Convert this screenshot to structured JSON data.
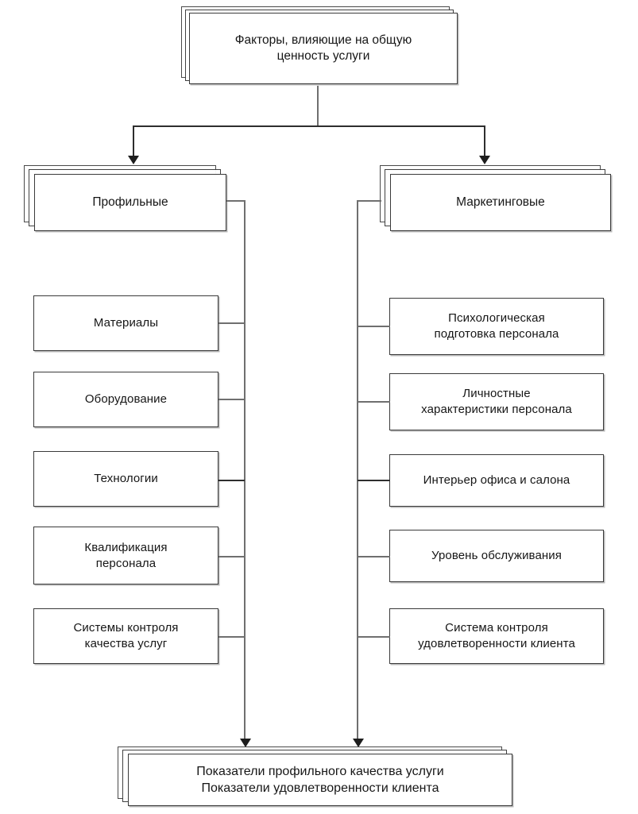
{
  "diagram": {
    "title": "Факторы, влияющие на общую ценность услуги",
    "root": {
      "text": "Факторы, влияющие на общую\nценность услуги"
    },
    "categories": [
      {
        "id": "profile",
        "text": "Профильные"
      },
      {
        "id": "marketing",
        "text": "Маркетинговые"
      }
    ],
    "left_items": [
      {
        "text": "Материалы"
      },
      {
        "text": "Оборудование"
      },
      {
        "text": "Технологии"
      },
      {
        "text": "Квалификация\nперсонала"
      },
      {
        "text": "Системы контроля\nкачества услуг"
      }
    ],
    "right_items": [
      {
        "text": "Психологическая\nподготовка персонала"
      },
      {
        "text": "Личностные\nхарактеристики персонала"
      },
      {
        "text": "Интерьер офиса и салона"
      },
      {
        "text": "Уровень обслуживания"
      },
      {
        "text": "Система контроля\nудовлетворенности клиента"
      }
    ],
    "outcome": {
      "text": "Показатели профильного качества услуги\nПоказатели удовлетворенности клиента"
    },
    "colors": {
      "background": "#ffffff",
      "box_border": "#3a3a3a",
      "box_fill": "#ffffff",
      "text": "#161616",
      "connector": "#6f6f6f",
      "arrow": "#1d1d1d",
      "sheet_shadow": "#b9b9b9"
    }
  }
}
